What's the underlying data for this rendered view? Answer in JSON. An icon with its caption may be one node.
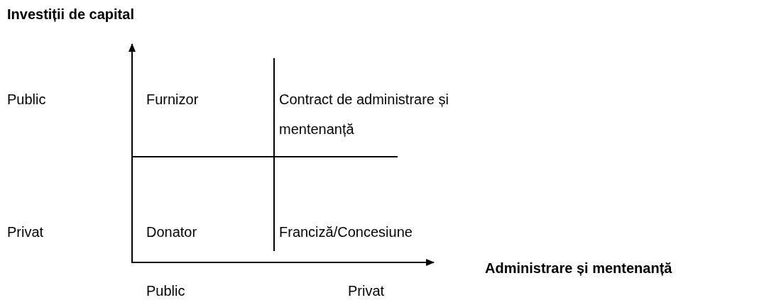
{
  "diagram": {
    "title": "Investiții de capital",
    "labels": [
      "Public",
      "Furnizor",
      "Contract de administrare și mentenanță",
      "Privat",
      "Donator",
      "Franciză/Concesiune",
      "Administrare și mentenanță",
      "Public",
      "Privat"
    ]
  }
}
